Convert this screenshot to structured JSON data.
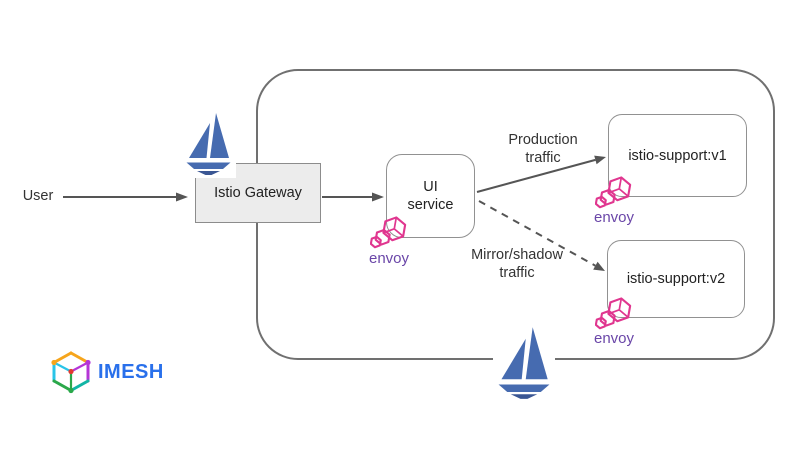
{
  "labels": {
    "user": "User",
    "gateway": "Istio Gateway",
    "ui_service": [
      "UI",
      "service"
    ],
    "production_traffic": [
      "Production",
      "traffic"
    ],
    "mirror_traffic": [
      "Mirror/shadow",
      "traffic"
    ],
    "service_v1": "istio-support:v1",
    "service_v2": "istio-support:v2",
    "envoy": "envoy",
    "brand": "IMESH"
  },
  "colors": {
    "istio_blue": "#466BB0",
    "istio_keel": "#3A5693",
    "envoy_pink": "#E0368F",
    "envoy_purple": "#6A46A8",
    "brand_blue": "#2970EB",
    "container_border": "#707070",
    "node_border": "#8C8C8C",
    "gateway_fill": "#ECECEC",
    "arrow": "#555555",
    "text": "#333333"
  },
  "icons": {
    "istio_sail": "istio-sailboat-logo",
    "envoy": "envoy-hexagons-logo",
    "imesh_cube": "imesh-wireframe-cube-logo"
  }
}
